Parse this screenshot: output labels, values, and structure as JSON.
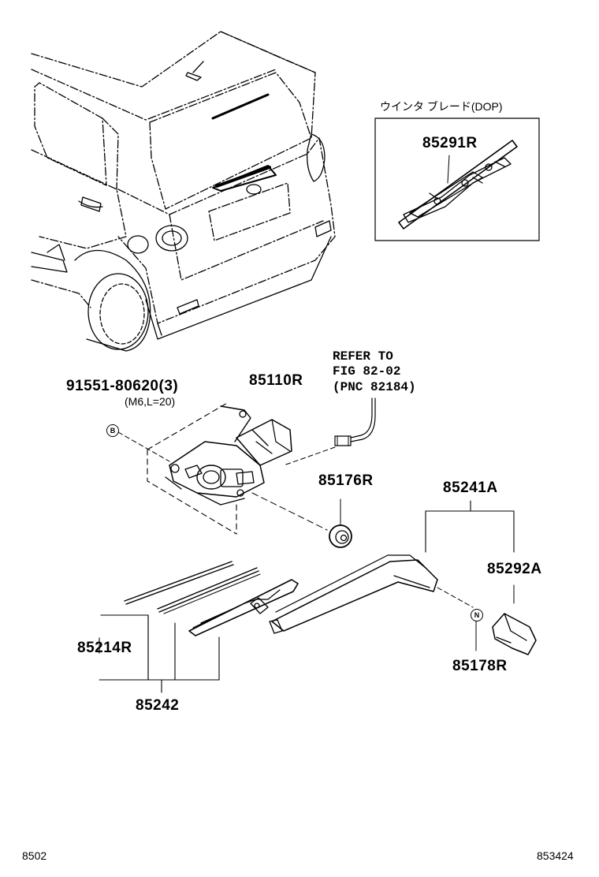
{
  "inset": {
    "title": "ウインタ ブレード(DOP)",
    "part": "85291R"
  },
  "refer": {
    "line1": "REFER TO",
    "line2": "FIG 82-02",
    "line3": "(PNC 82184)"
  },
  "parts": {
    "bolt": "91551-80620(3)",
    "bolt_spec": "(M6,L=20)",
    "bolt_badge": "B",
    "motor": "85110R",
    "cap": "85176R",
    "arm_assy": "85241A",
    "arm_cover": "85292A",
    "nut": "85178R",
    "nut_badge": "N",
    "rubber": "85214R",
    "blade": "85242"
  },
  "footer": {
    "left": "8502",
    "right": "853424"
  }
}
